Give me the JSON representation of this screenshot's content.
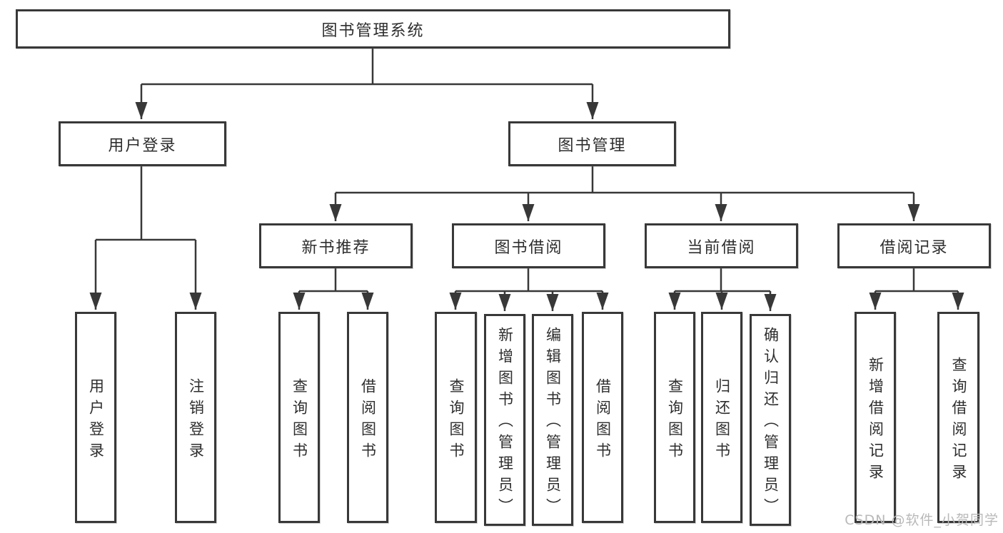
{
  "colors": {
    "line": "#383838",
    "box_border": "#383838",
    "text": "#2e2e2e",
    "watermark": "#b9b9b9",
    "background": "#ffffff"
  },
  "tree": {
    "label": "图书管理系统",
    "children": [
      {
        "label": "用户登录",
        "children": [
          {
            "label": "用户登录"
          },
          {
            "label": "注销登录"
          }
        ]
      },
      {
        "label": "图书管理",
        "children": [
          {
            "label": "新书推荐",
            "children": [
              {
                "label": "查询图书"
              },
              {
                "label": "借阅图书"
              }
            ]
          },
          {
            "label": "图书借阅",
            "children": [
              {
                "label": "查询图书"
              },
              {
                "label": "新增图书（管理员）"
              },
              {
                "label": "编辑图书（管理员）"
              },
              {
                "label": "借阅图书"
              }
            ]
          },
          {
            "label": "当前借阅",
            "children": [
              {
                "label": "查询图书"
              },
              {
                "label": "归还图书"
              },
              {
                "label": "确认归还（管理员）"
              }
            ]
          },
          {
            "label": "借阅记录",
            "children": [
              {
                "label": "新增借阅记录"
              },
              {
                "label": "查询借阅记录"
              }
            ]
          }
        ]
      }
    ]
  },
  "watermark": {
    "text": "CSDN @软件_小贺同学"
  }
}
